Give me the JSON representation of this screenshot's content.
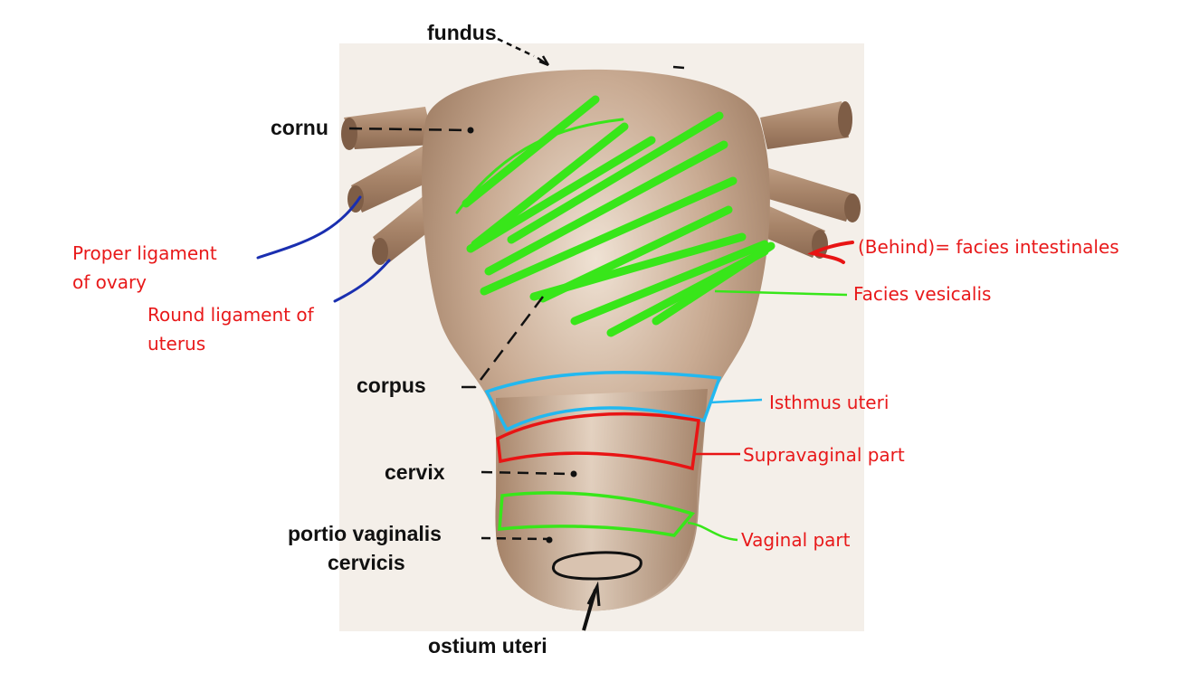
{
  "labels": {
    "fundus": "fundus",
    "cornu": "cornu",
    "corpus": "corpus",
    "cervix": "cervix",
    "portio_line1": "portio vaginalis",
    "portio_line2": "cervicis",
    "ostium": "ostium uteri"
  },
  "annotations": {
    "proper_ligament_line1": "Proper ligament",
    "proper_ligament_line2": "of ovary",
    "round_ligament_line1": "Round ligament of",
    "round_ligament_line2": "uterus",
    "facies_intestinales": "(Behind)= facies intestinales",
    "facies_vesicalis": "Facies vesicalis",
    "isthmus": "Isthmus uteri",
    "supravaginal": "Supravaginal part",
    "vaginal": "Vaginal part"
  },
  "colors": {
    "tissue": "#b08e74",
    "tissue_light": "#e6d6c6",
    "label_black": "#111111",
    "annotation_red": "#e8191a",
    "ligament_blue": "#1a2fb0",
    "highlight_green": "#38e61a",
    "isthmus_cyan": "#22b8f0",
    "supravaginal_red": "#e81414",
    "vaginal_green": "#38e61a",
    "ostium_black": "#111111"
  }
}
